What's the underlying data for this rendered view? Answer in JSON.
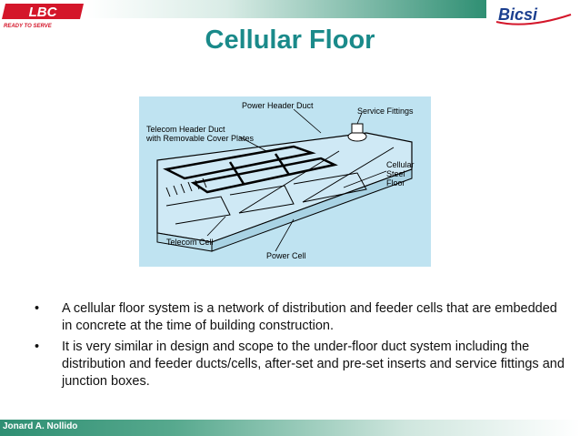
{
  "header": {
    "left_logo_text": "LBC",
    "left_logo_subtext": "READY TO SERVE",
    "right_logo_text": "Bicsi",
    "title": "Cellular Floor"
  },
  "figure": {
    "labels": {
      "power_header_duct": "Power Header Duct",
      "service_fittings": "Service Fittings",
      "telecom_header_duct_1": "Telecom Header Duct",
      "telecom_header_duct_2": "with Removable Cover Plates",
      "cellular_steel_floor_1": "Cellular",
      "cellular_steel_floor_2": "Steel",
      "cellular_steel_floor_3": "Floor",
      "telecom_cell": "Telecom Cell",
      "power_cell": "Power Cell"
    }
  },
  "bullets": [
    "A cellular floor system is a network of distribution and feeder cells that are embedded in concrete at the time of building construction.",
    "It is very similar in design and scope to the under-floor duct system including the distribution and feeder ducts/cells, after-set and pre-set inserts and service fittings and junction boxes."
  ],
  "bullet_symbol": "•",
  "footer": {
    "author": "Jonard A. Nollido"
  }
}
